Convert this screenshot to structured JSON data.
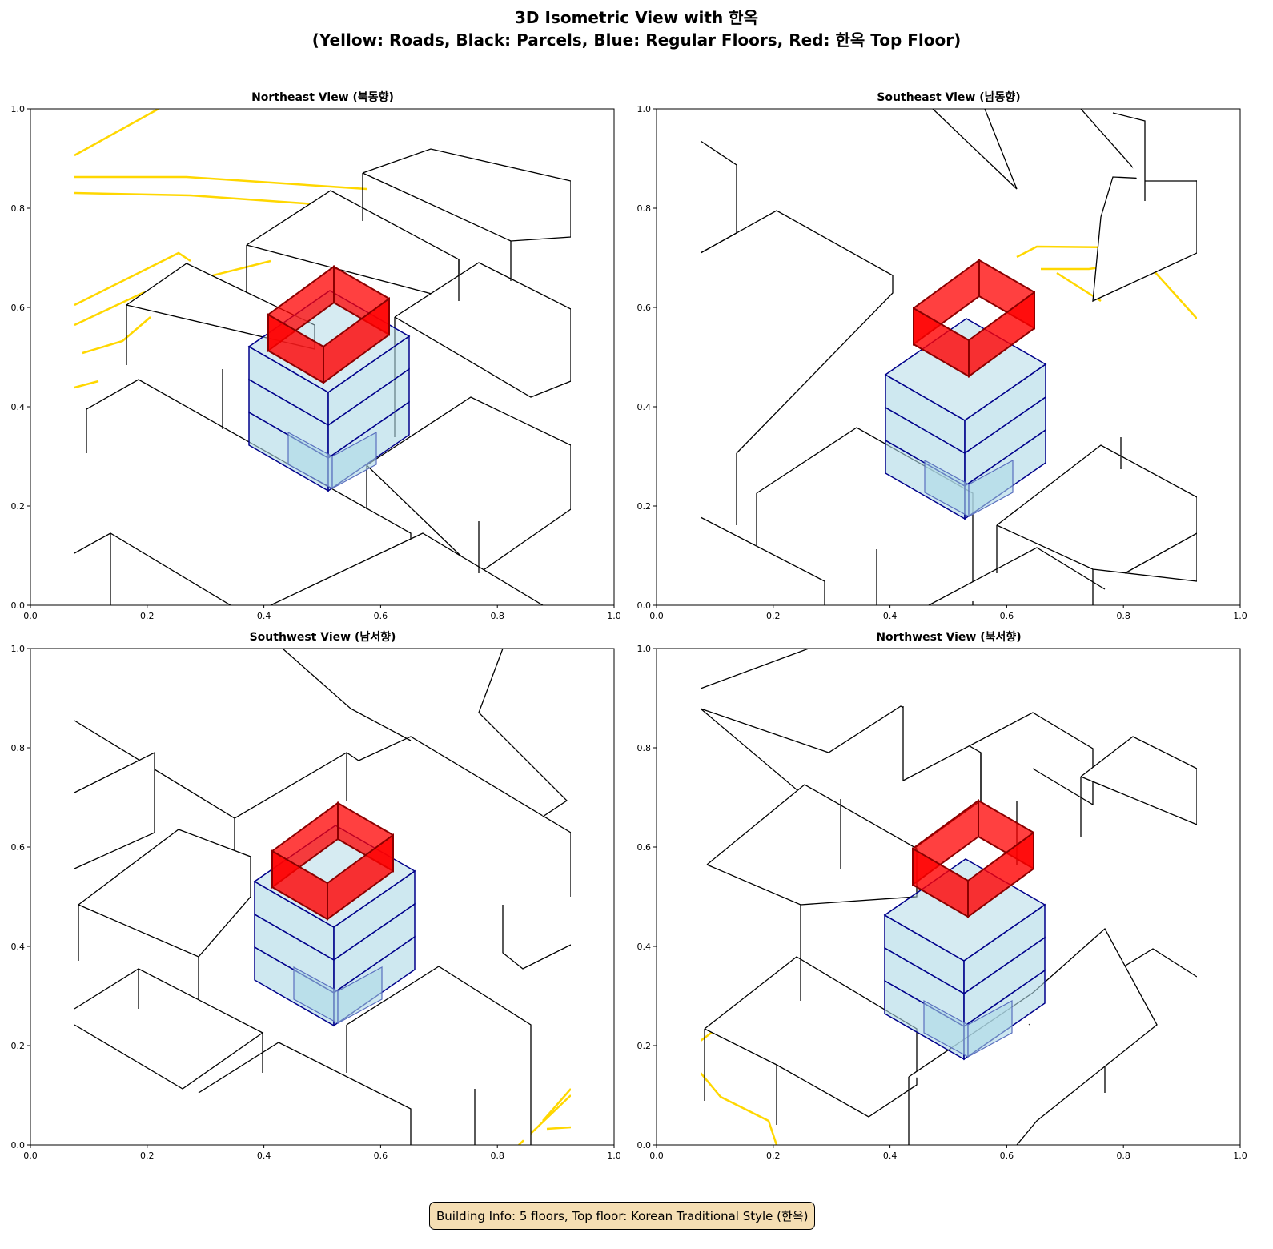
{
  "figure": {
    "title_line1": "3D Isometric View with 한옥",
    "title_line2": "(Yellow: Roads, Black: Parcels, Blue: Regular Floors, Red: 한옥 Top Floor)",
    "info": "Building Info: 5 floors, Top floor: Korean Traditional Style (한옥)"
  },
  "panels": [
    {
      "title": "Northeast View (북동향)"
    },
    {
      "title": "Southeast View (남동향)"
    },
    {
      "title": "Southwest View (남서향)"
    },
    {
      "title": "Northwest View (북서향)"
    }
  ],
  "ticks": [
    "0.0",
    "0.2",
    "0.4",
    "0.6",
    "0.8",
    "1.0"
  ],
  "colors": {
    "road": "#ffd700",
    "parcel": "#000000",
    "floor": "#add8e6",
    "floor_edge": "#00008b",
    "top_floor": "#ff0000",
    "top_edge": "#8b0000",
    "info_bg": "#f5deb3"
  }
}
